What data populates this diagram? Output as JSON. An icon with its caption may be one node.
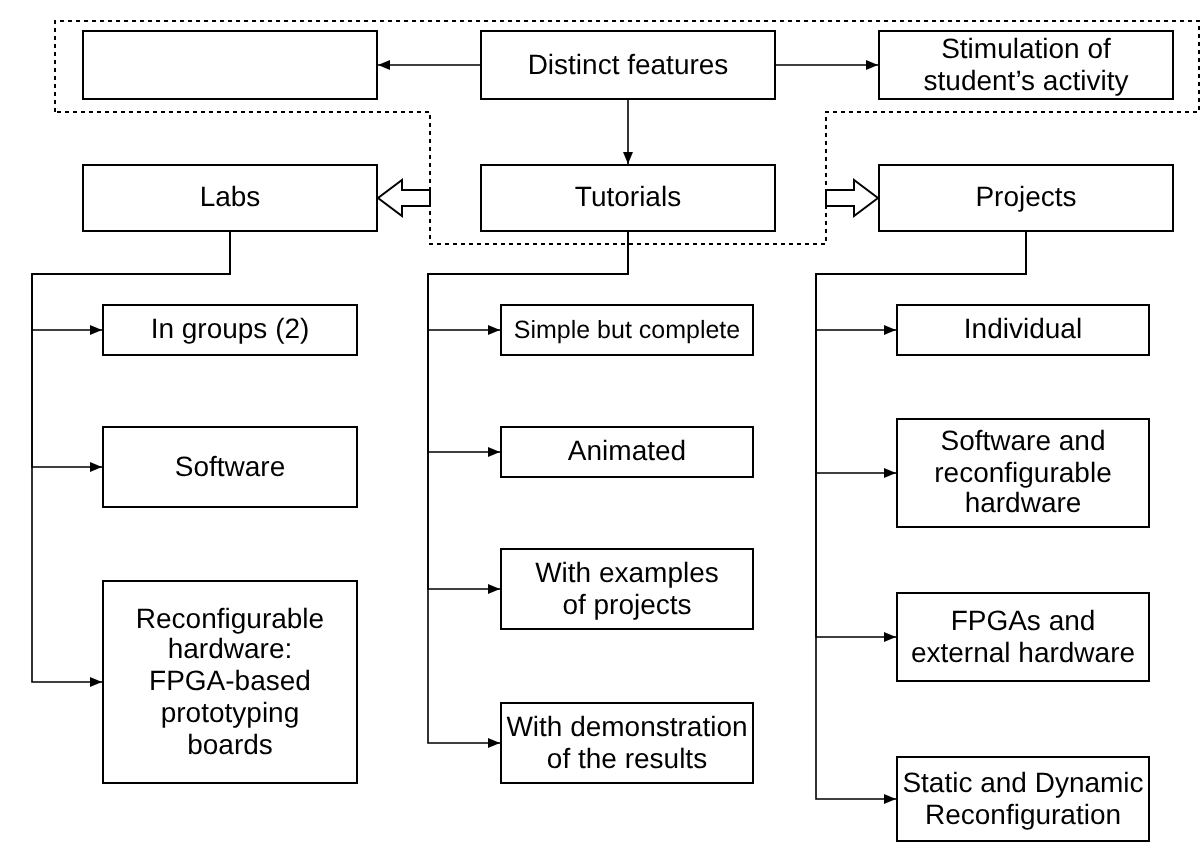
{
  "diagram": {
    "nodes": [
      {
        "text": [],
        "shape": "box"
      },
      {
        "text": [],
        "shape": "box",
        "in": 0
      },
      {
        "text": [
          "Distinct features"
        ],
        "in": 0
      },
      {
        "text": [
          "Stimulation of student’s activity"
        ],
        "in": 0
      },
      {
        "text": [
          "Labs"
        ]
      },
      {
        "text": [
          "Tutorials"
        ],
        "in": 0
      },
      {
        "text": [
          "Projects"
        ]
      },
      {
        "text": [
          "In groups (2)"
        ]
      },
      {
        "text": [
          "Software"
        ]
      },
      {
        "text": [
          "Reconfigurable hardware: FPGA-based prototyping boards"
        ]
      },
      {
        "text": [
          "Simple but complete"
        ]
      },
      {
        "text": [
          "Animated"
        ]
      },
      {
        "text": [
          "With examples of projects"
        ]
      },
      {
        "text": [
          "With demonstration of the results"
        ]
      },
      {
        "text": [
          "Individual"
        ]
      },
      {
        "text": [
          "Software and reconfigurable hardware"
        ]
      },
      {
        "text": [
          "FPGAs and external hardware"
        ]
      },
      {
        "text": [
          "Static and Dynamic Reconfiguration"
        ]
      }
    ],
    "edges": [
      {
        "from": 2,
        "to": 1,
        "arrow": "to"
      },
      {
        "from": 2,
        "to": 3,
        "arrow": "to"
      },
      {
        "from": 2,
        "to": 5,
        "arrow": "to"
      },
      {
        "from": 0,
        "to": 4,
        "arrow": "to",
        "style": "thick"
      },
      {
        "from": 0,
        "to": 6,
        "arrow": "to",
        "style": "thick"
      },
      {
        "from": 4,
        "to": 7,
        "arrow": "to"
      },
      {
        "from": 4,
        "to": 8,
        "arrow": "to"
      },
      {
        "from": 4,
        "to": 9,
        "arrow": "to"
      },
      {
        "from": 5,
        "to": 10,
        "arrow": "to"
      },
      {
        "from": 5,
        "to": 11,
        "arrow": "to"
      },
      {
        "from": 5,
        "to": 12,
        "arrow": "to"
      },
      {
        "from": 5,
        "to": 13,
        "arrow": "to"
      },
      {
        "from": 6,
        "to": 14,
        "arrow": "to"
      },
      {
        "from": 6,
        "to": 15,
        "arrow": "to"
      },
      {
        "from": 6,
        "to": 16,
        "arrow": "to"
      },
      {
        "from": 6,
        "to": 17,
        "arrow": "to"
      }
    ]
  }
}
